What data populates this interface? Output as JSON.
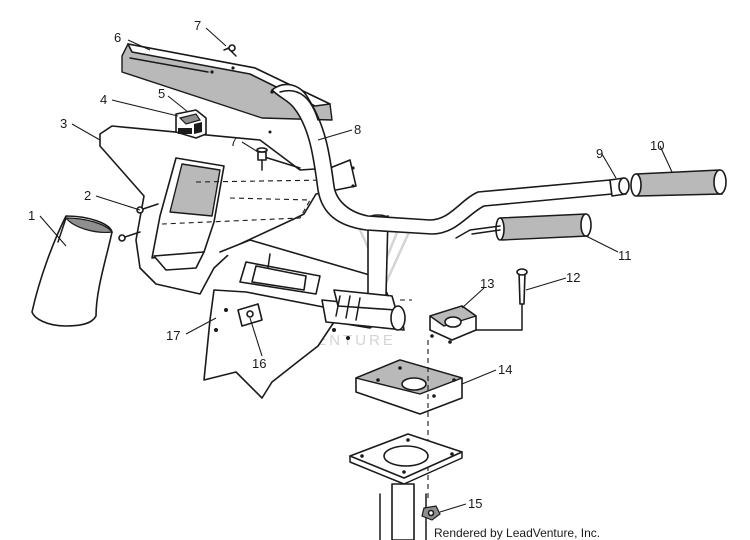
{
  "callouts": [
    {
      "id": "1",
      "part": "hand-guard"
    },
    {
      "id": "2",
      "part": "screw-pair"
    },
    {
      "id": "3",
      "part": "headlight-pod"
    },
    {
      "id": "4",
      "part": "switch-bracket"
    },
    {
      "id": "5",
      "part": "switch"
    },
    {
      "id": "6",
      "part": "handlebar-cover"
    },
    {
      "id": "7",
      "part": "screw-top"
    },
    {
      "id": "7",
      "part": "screw-mid"
    },
    {
      "id": "8",
      "part": "handlebar"
    },
    {
      "id": "9",
      "part": "end-cap"
    },
    {
      "id": "10",
      "part": "grip"
    },
    {
      "id": "11",
      "part": "heated-grip"
    },
    {
      "id": "12",
      "part": "bolt"
    },
    {
      "id": "13",
      "part": "upper-clamp"
    },
    {
      "id": "14",
      "part": "lower-clamp"
    },
    {
      "id": "15",
      "part": "nut"
    },
    {
      "id": "16",
      "part": "fastener"
    },
    {
      "id": "17",
      "part": "tube-assembly"
    }
  ],
  "credit": "Rendered by LeadVenture, Inc.",
  "watermark": "LEADVENTURE"
}
